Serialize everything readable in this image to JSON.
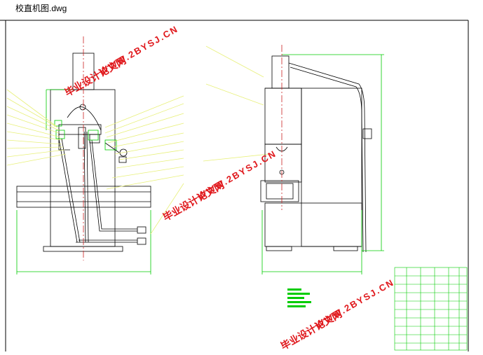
{
  "window": {
    "title": "校直机图.dwg"
  },
  "watermarks": [
    {
      "site": "WWW.2BYSJ.CN",
      "brand": "毕业设计论文网"
    },
    {
      "site": "WWW.2BYSJ.CN",
      "brand": "毕业设计论文网"
    },
    {
      "site": "WWW.2BYSJ.CN",
      "brand": "毕业设计论文网"
    }
  ],
  "colors": {
    "background": "#ffffff",
    "drawing_lines": "#000000",
    "dimensions": "#00cc00",
    "leaders": "#e8f07a",
    "centerlines": "#cc2222",
    "watermark": "#e0181c"
  }
}
